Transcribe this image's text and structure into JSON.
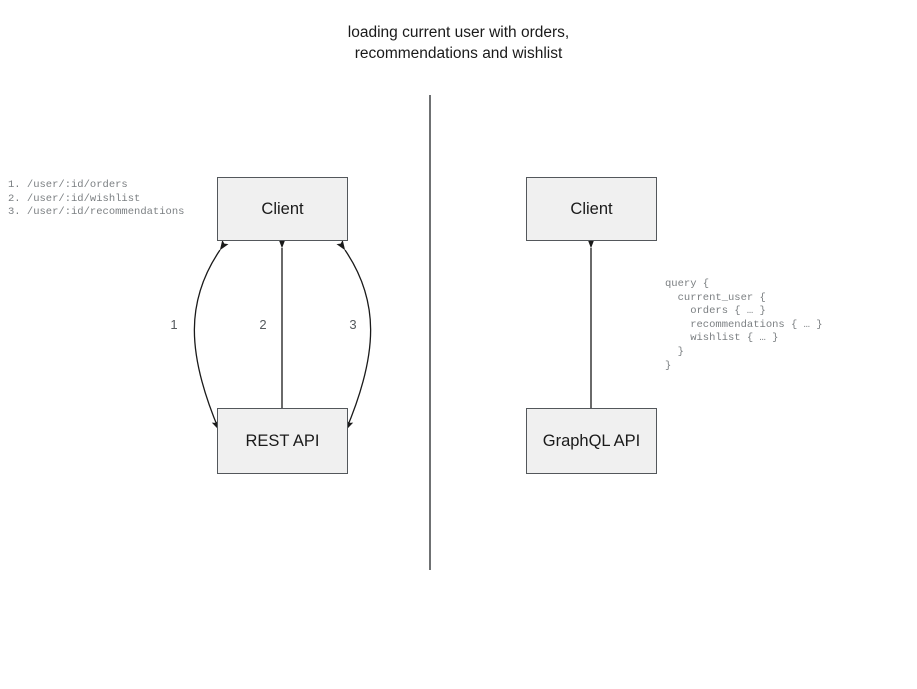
{
  "diagram": {
    "title": "loading current user with orders,\nrecommendations and wishlist",
    "divider_color": "#6f7173",
    "node_fill": "#f0f0f0",
    "node_border": "#53575b",
    "arrow_color": "#1a1a1a"
  },
  "rest_side": {
    "client_label": "Client",
    "api_label": "REST API",
    "endpoints_text": "1. /user/:id/orders\n2. /user/:id/wishlist\n3. /user/:id/recommendations",
    "endpoints": [
      {
        "number": "1.",
        "path": "/user/:id/orders"
      },
      {
        "number": "2.",
        "path": "/user/:id/wishlist"
      },
      {
        "number": "3.",
        "path": "/user/:id/recommendations"
      }
    ],
    "arrow_labels": [
      "1",
      "2",
      "3"
    ]
  },
  "graphql_side": {
    "client_label": "Client",
    "api_label": "GraphQL API",
    "query_text": "query {\n  current_user {\n    orders { … }\n    recommendations { … }\n    wishlist { … }\n  }\n}",
    "query_fields": [
      "orders { … }",
      "recommendations { … }",
      "wishlist { … }"
    ]
  }
}
